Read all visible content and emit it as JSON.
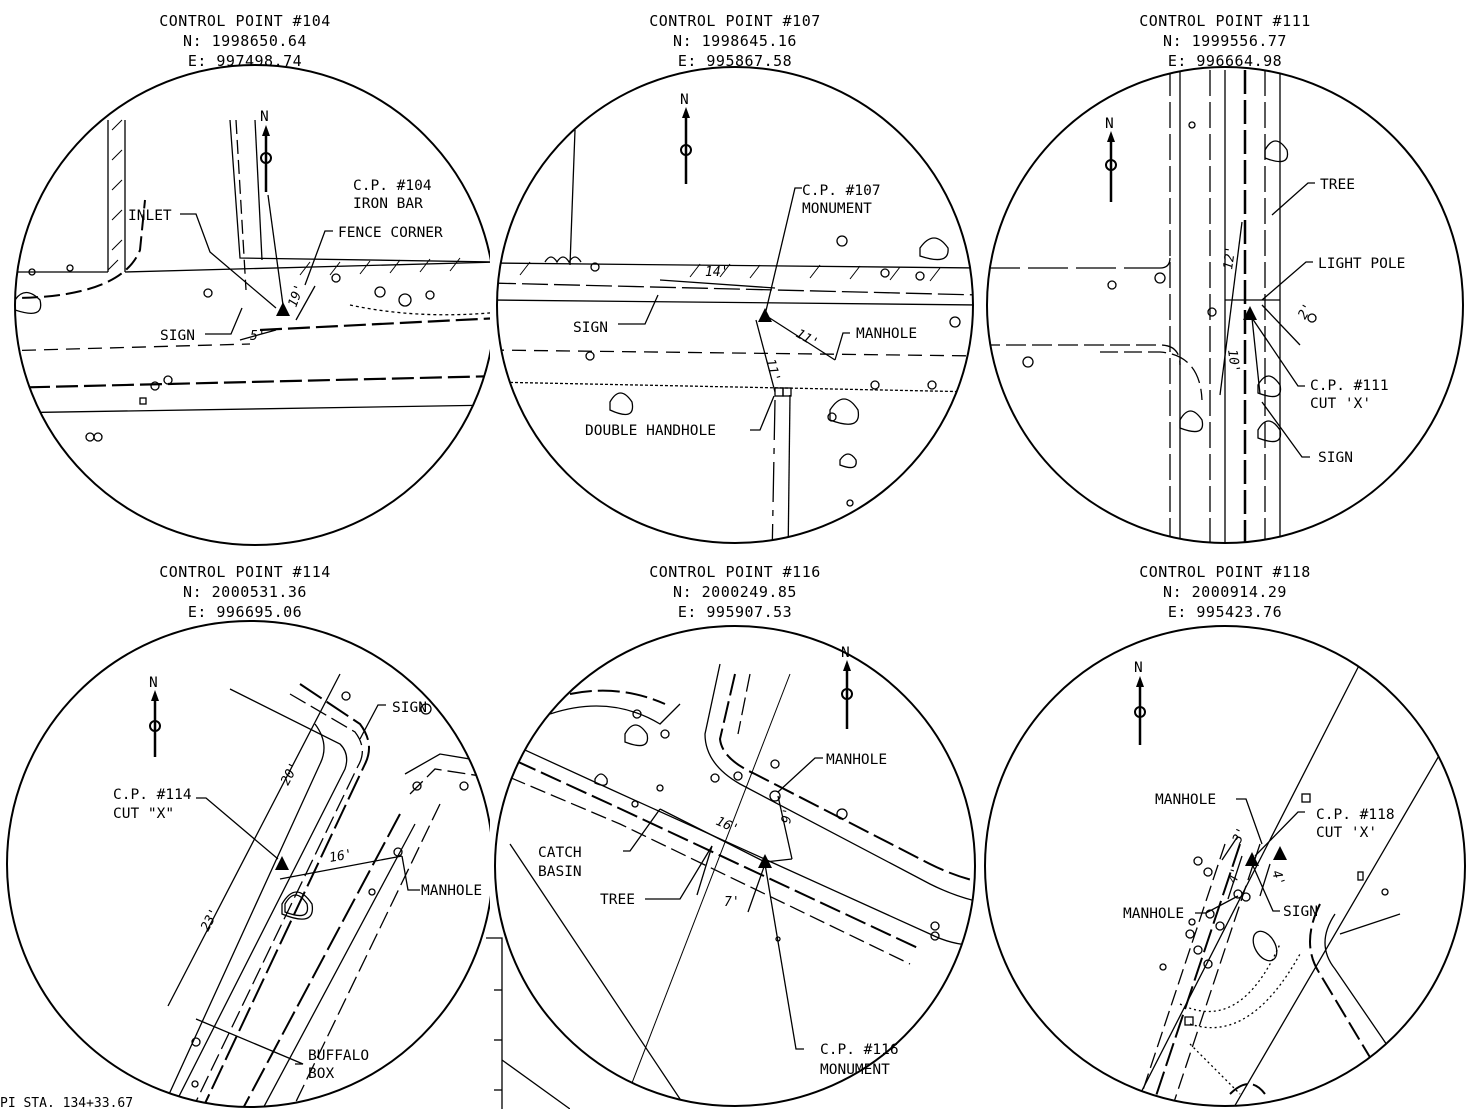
{
  "panels": [
    {
      "title": "CONTROL POINT #104",
      "northing": "N: 1998650.64",
      "easting": "E: 997498.74",
      "labels": {
        "cp": "C.P. #104",
        "cp_desc": "IRON BAR",
        "inlet": "INLET",
        "fence": "FENCE CORNER",
        "sign": "SIGN"
      },
      "dims": {
        "a": "5'",
        "b": "19'"
      }
    },
    {
      "title": "CONTROL POINT #107",
      "northing": "N: 1998645.16",
      "easting": "E: 995867.58",
      "labels": {
        "cp": "C.P. #107",
        "cp_desc": "MONUMENT",
        "sign": "SIGN",
        "manhole": "MANHOLE",
        "handhole": "DOUBLE HANDHOLE"
      },
      "dims": {
        "a": "14'",
        "b": "11'",
        "c": "11'"
      }
    },
    {
      "title": "CONTROL POINT #111",
      "northing": "N: 1999556.77",
      "easting": "E: 996664.98",
      "labels": {
        "tree": "TREE",
        "pole": "LIGHT POLE",
        "cp": "C.P. #111",
        "cp_desc": "CUT 'X'",
        "sign": "SIGN"
      },
      "dims": {
        "a": "12'",
        "b": "2'",
        "c": "10'"
      }
    },
    {
      "title": "CONTROL POINT #114",
      "northing": "N: 2000531.36",
      "easting": "E: 996695.06",
      "labels": {
        "sign": "SIGN",
        "cp": "C.P. #114",
        "cp_desc": "CUT \"X\"",
        "manhole": "MANHOLE",
        "box1": "BUFFALO",
        "box2": "BOX"
      },
      "dims": {
        "a": "20'",
        "b": "16'",
        "c": "23'"
      }
    },
    {
      "title": "CONTROL POINT #116",
      "northing": "N: 2000249.85",
      "easting": "E: 995907.53",
      "labels": {
        "manhole": "MANHOLE",
        "catch1": "CATCH",
        "catch2": "BASIN",
        "tree": "TREE",
        "cp": "C.P. #116",
        "cp_desc": "MONUMENT"
      },
      "dims": {
        "a": "16'",
        "b": "9'",
        "c": "7'"
      }
    },
    {
      "title": "CONTROL POINT #118",
      "northing": "N: 2000914.29",
      "easting": "E: 995423.76",
      "labels": {
        "manhole1": "MANHOLE",
        "cp": "C.P. #118",
        "cp_desc": "CUT 'X'",
        "manhole2": "MANHOLE",
        "sign": "SIGN"
      },
      "dims": {
        "a": "3'",
        "b": "4'",
        "c": "4'"
      }
    }
  ],
  "north_label": "N",
  "footer": {
    "station": "PI STA. 134+33.67"
  }
}
